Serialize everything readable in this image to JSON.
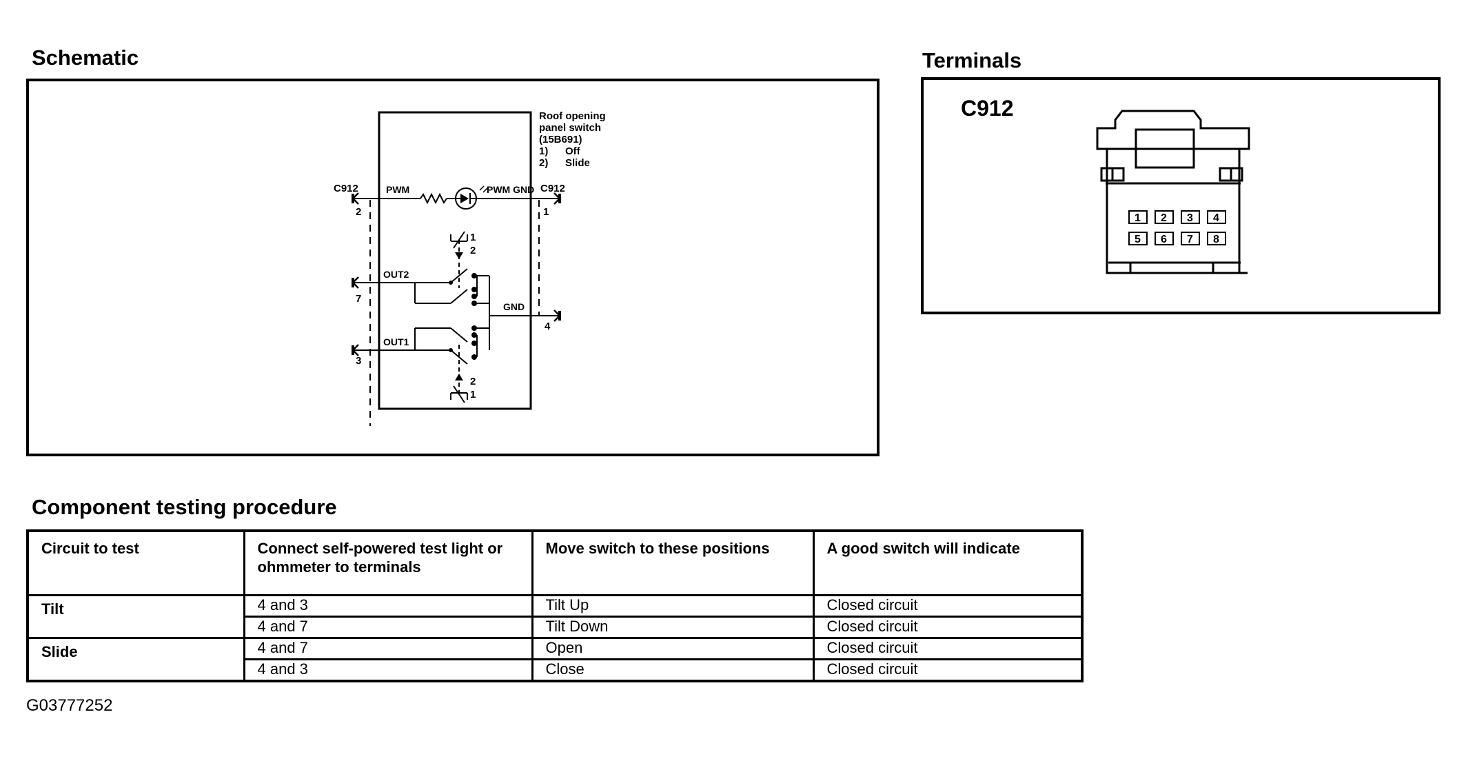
{
  "schematic": {
    "heading": "Schematic",
    "component_label": [
      "Roof opening",
      "panel switch",
      "(15B691)",
      "1)",
      "Off",
      "2)",
      "Slide"
    ],
    "connector_left": "C912",
    "connector_right": "C912",
    "signals": {
      "pwm": "PWM",
      "pwm_gnd": "PWM GND",
      "out2": "OUT2",
      "out1": "OUT1",
      "gnd": "GND"
    },
    "pins": {
      "pwm_left": "2",
      "pwm_gnd_right": "1",
      "out2": "7",
      "out1": "3",
      "gnd": "4"
    },
    "switch_positions": {
      "top_1": "1",
      "top_2": "2",
      "bottom_2": "2",
      "bottom_1": "1"
    }
  },
  "terminals": {
    "heading": "Terminals",
    "connector": "C912",
    "pins_top": [
      "1",
      "2",
      "3",
      "4"
    ],
    "pins_bottom": [
      "5",
      "6",
      "7",
      "8"
    ]
  },
  "procedure": {
    "heading": "Component testing procedure",
    "headers": [
      "Circuit to test",
      "Connect self-powered  test light or ohmmeter to terminals",
      "Move switch to these positions",
      "A good switch will indicate"
    ],
    "groups": [
      {
        "circuit": "Tilt",
        "rows": [
          {
            "terminals": "4 and 3",
            "position": "Tilt Up",
            "indication": "Closed circuit"
          },
          {
            "terminals": "4 and 7",
            "position": "Tilt Down",
            "indication": "Closed circuit"
          }
        ]
      },
      {
        "circuit": "Slide",
        "rows": [
          {
            "terminals": "4 and 7",
            "position": "Open",
            "indication": "Closed circuit"
          },
          {
            "terminals": "4 and 3",
            "position": "Close",
            "indication": "Closed circuit"
          }
        ]
      }
    ]
  },
  "figure_id": "G03777252"
}
